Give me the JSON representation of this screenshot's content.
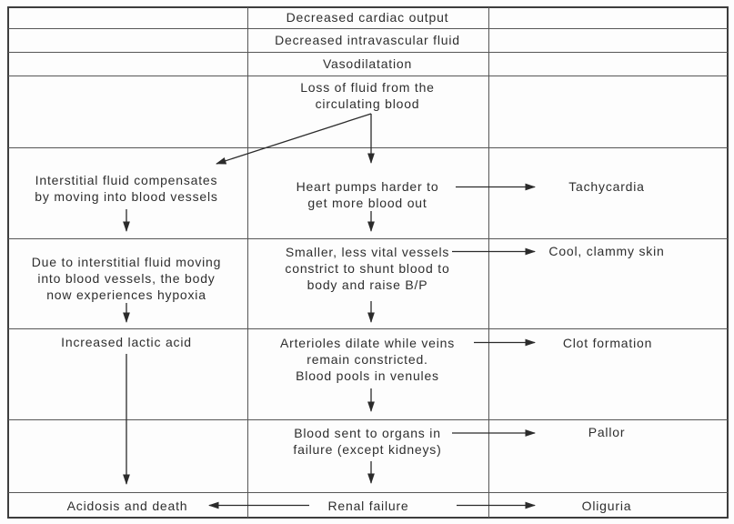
{
  "diagram": {
    "type": "flowchart",
    "layout": "3-column table grid with cause-effect arrows"
  },
  "cells": {
    "decreased_cardiac_output": "Decreased cardiac output",
    "decreased_intravascular_fluid": "Decreased intravascular fluid",
    "vasodilatation": "Vasodilatation",
    "loss_of_fluid": "Loss of fluid from the\ncirculating blood",
    "interstitial_compensation": "Interstitial fluid compensates\nby moving into blood vessels",
    "heart_pumps_harder": "Heart pumps harder to\nget more blood out",
    "tachycardia": "Tachycardia",
    "hypoxia": "Due to interstitial fluid moving\ninto blood vessels, the body\nnow experiences hypoxia",
    "vessels_constrict": "Smaller, less vital vessels\nconstrict to shunt blood to\nbody and raise B/P",
    "cool_clammy_skin": "Cool, clammy skin",
    "increased_lactic_acid": "Increased lactic acid",
    "arterioles_dilate": "Arterioles dilate while veins\nremain constricted.\nBlood pools in venules",
    "clot_formation": "Clot formation",
    "blood_to_organs": "Blood sent to organs in\nfailure (except kidneys)",
    "pallor": "Pallor",
    "acidosis_death": "Acidosis and death",
    "renal_failure": "Renal failure",
    "oliguria": "Oliguria"
  },
  "edges": [
    {
      "from": "loss_of_fluid",
      "to": "interstitial_compensation"
    },
    {
      "from": "loss_of_fluid",
      "to": "heart_pumps_harder"
    },
    {
      "from": "interstitial_compensation",
      "to": "hypoxia"
    },
    {
      "from": "heart_pumps_harder",
      "to": "tachycardia"
    },
    {
      "from": "heart_pumps_harder",
      "to": "vessels_constrict"
    },
    {
      "from": "vessels_constrict",
      "to": "cool_clammy_skin"
    },
    {
      "from": "hypoxia",
      "to": "increased_lactic_acid"
    },
    {
      "from": "vessels_constrict",
      "to": "arterioles_dilate"
    },
    {
      "from": "arterioles_dilate",
      "to": "clot_formation"
    },
    {
      "from": "arterioles_dilate",
      "to": "blood_to_organs"
    },
    {
      "from": "increased_lactic_acid",
      "to": "acidosis_death"
    },
    {
      "from": "blood_to_organs",
      "to": "pallor"
    },
    {
      "from": "blood_to_organs",
      "to": "renal_failure"
    },
    {
      "from": "renal_failure",
      "to": "acidosis_death"
    },
    {
      "from": "renal_failure",
      "to": "oliguria"
    }
  ],
  "colors": {
    "background": "#fdfdfd",
    "text": "#2e2e2e",
    "arrow": "#2b2b2b",
    "grid": "#565656",
    "outer_border": "#3d3d3d"
  }
}
